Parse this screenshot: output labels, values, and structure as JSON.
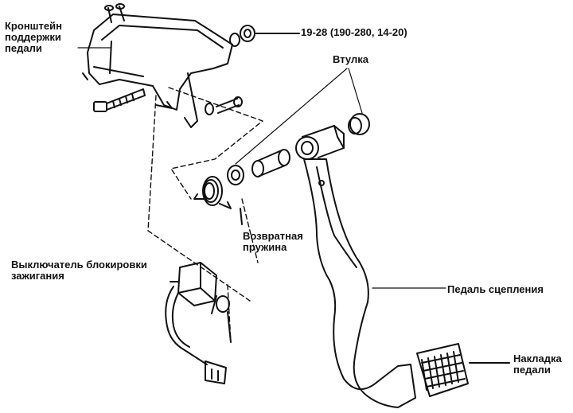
{
  "labels": {
    "bracket": "Кронштейн\nподдержки\nпедали",
    "torque": "19-28 (190-280, 14-20)",
    "bushing": "Втулка",
    "return_spring": "Возвратная\nпружина",
    "ignition_switch": "Выключатель блокировки\nзажигания",
    "clutch_pedal": "Педаль сцепления",
    "pedal_pad": "Накладка\nпедали"
  }
}
